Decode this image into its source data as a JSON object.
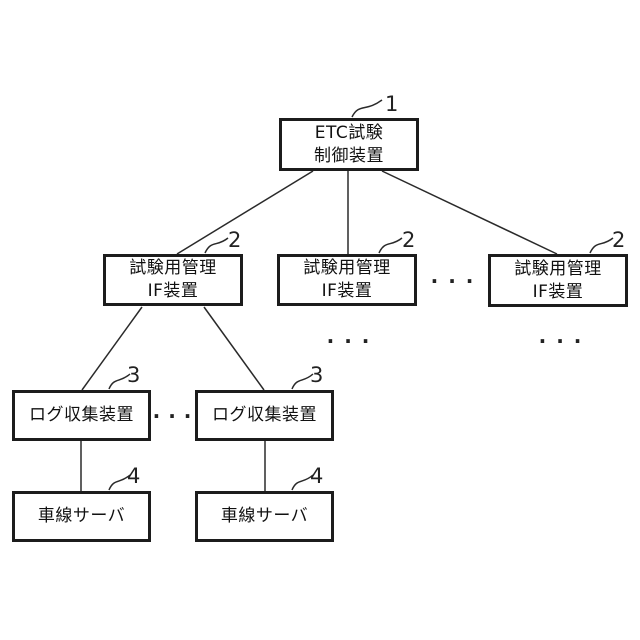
{
  "figure": {
    "background_color": "#ffffff",
    "line_color": "#2a2a2a",
    "nodes": {
      "etc_control": {
        "line1": "ETC試験",
        "line2": "制御装置",
        "ref": "1"
      },
      "mgmt_if_left": {
        "line1": "試験用管理",
        "line2": "IF装置",
        "ref": "2"
      },
      "mgmt_if_center": {
        "line1": "試験用管理",
        "line2": "IF装置",
        "ref": "2"
      },
      "mgmt_if_right": {
        "line1": "試験用管理",
        "line2": "IF装置",
        "ref": "2"
      },
      "log_collector_left": {
        "line1": "ログ収集装置",
        "ref": "3"
      },
      "log_collector_right": {
        "line1": "ログ収集装置",
        "ref": "3"
      },
      "lane_server_left": {
        "line1": "車線サーバ",
        "ref": "4"
      },
      "lane_server_right": {
        "line1": "車線サーバ",
        "ref": "4"
      }
    },
    "ellipsis": {
      "between_if_boxes": "···",
      "below_if_center": "···",
      "below_if_right": "···",
      "between_log_boxes": "···"
    }
  }
}
